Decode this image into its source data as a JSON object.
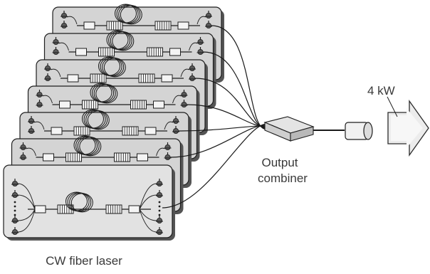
{
  "labels": {
    "power": "4 kW",
    "combiner_line1": "Output",
    "combiner_line2": "combiner",
    "laser": "CW fiber laser"
  },
  "modules": {
    "count": 7
  },
  "colors": {
    "plate_front": "#e2e2e2",
    "plate_back": "#d4d4d4",
    "plate_shadow": "#555555",
    "ink": "#1e1e1e",
    "fiber": "#1a1a1a",
    "combiner": "#e4e4e4",
    "arrow": "#ececec",
    "text": "#3a3a3a"
  },
  "icons": [
    "fiber-coil-icon",
    "pump-diode-icon",
    "fiber-bragg-grating-icon",
    "splice-box-icon",
    "collimator-icon",
    "output-arrow-icon"
  ]
}
